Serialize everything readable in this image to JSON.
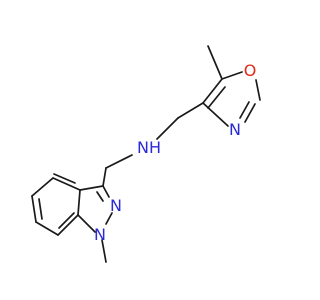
{
  "molecule": {
    "colors": {
      "bond": "#1a1a1a",
      "nitrogen": "#2b2bd6",
      "oxygen": "#e0291b",
      "background": "#ffffff"
    },
    "atoms": {
      "amine_n": "N",
      "amine_h": "H",
      "oxazole_n": "N",
      "oxazole_o": "O",
      "indazole_n2": "N",
      "indazole_n1": "N"
    }
  }
}
